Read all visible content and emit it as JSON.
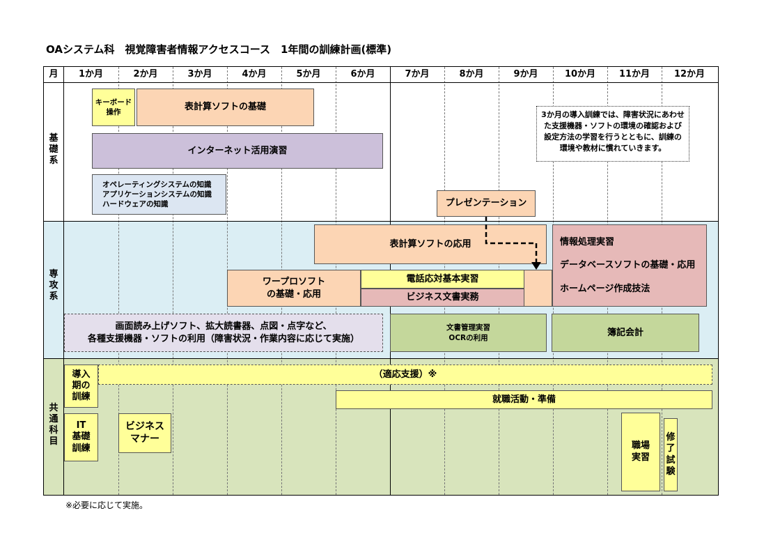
{
  "title": "OAシステム科　視覚障害者情報アクセスコース　1年間の訓練計画(標準)",
  "note": "※必要に応じて実施。",
  "header": {
    "month_label": "月",
    "months": [
      "1か月",
      "2か月",
      "3か月",
      "4か月",
      "5か月",
      "6か月",
      "7か月",
      "8か月",
      "9か月",
      "10か月",
      "11か月",
      "12か月"
    ]
  },
  "sections": {
    "basic": "基礎系",
    "advanced": "専攻系",
    "common": "共通科目"
  },
  "blocks": {
    "keyboard": "キーボード操作",
    "spreadsheet_basic": "表計算ソフトの基礎",
    "internet": "インターネット活用演習",
    "os_knowledge": [
      "オペレーティングシステムの知識",
      "アプリケーションシステムの知識",
      "ハードウェアの知識"
    ],
    "presentation": "プレゼンテーション",
    "callout": "3か月の導入訓練では、障害状況にあわせた支援機器・ソフトの環境の確認および設定方法の学習を行うとともに、訓練の環境や教材に慣れていきます。",
    "spreadsheet_applied": "表計算ソフトの応用",
    "info_processing": [
      "情報処理実習",
      "データベースソフトの基礎・応用",
      "ホームページ作成技法"
    ],
    "wordpro": [
      "ワープロソフト",
      "の基礎・応用"
    ],
    "phone": "電話応対基本実習",
    "business_docs": "ビジネス文書実務",
    "screen_reader": [
      "画面読み上げソフト、拡大読書器、点図・点字など、",
      "各種支援機器・ソフトの利用（障害状況・作業内容に応じて実施）"
    ],
    "doc_mgmt": [
      "文書管理実習",
      "OCRの利用"
    ],
    "bookkeeping": "簿記会計",
    "intro_training": [
      "導入",
      "期の",
      "訓練"
    ],
    "adaptive_support": "（適応支援）※",
    "job_hunting": "就職活動・準備",
    "it_basic": [
      "IT",
      "基礎",
      "訓練"
    ],
    "business_manner": [
      "ビジネス",
      "マナー"
    ],
    "workplace": [
      "職場",
      "実習"
    ],
    "final_exam": [
      "修",
      "了",
      "試",
      "験"
    ]
  }
}
